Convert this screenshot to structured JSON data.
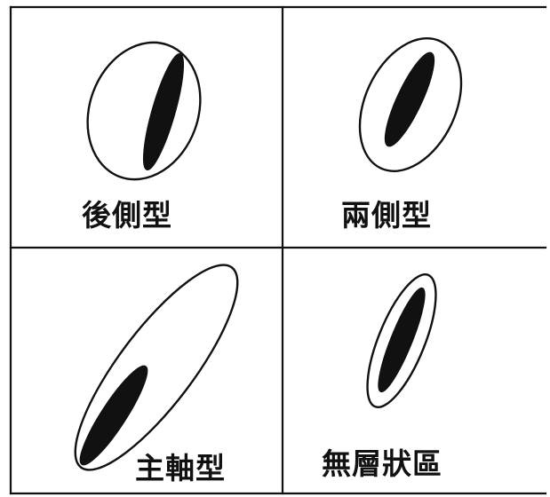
{
  "panels": [
    {
      "id": "posterior",
      "label": "後側型"
    },
    {
      "id": "bilateral",
      "label": "兩側型"
    },
    {
      "id": "main-axis",
      "label": "主軸型"
    },
    {
      "id": "no-layer",
      "label": "無層狀區"
    }
  ],
  "colors": {
    "ink": "#111111",
    "background": "#ffffff"
  }
}
